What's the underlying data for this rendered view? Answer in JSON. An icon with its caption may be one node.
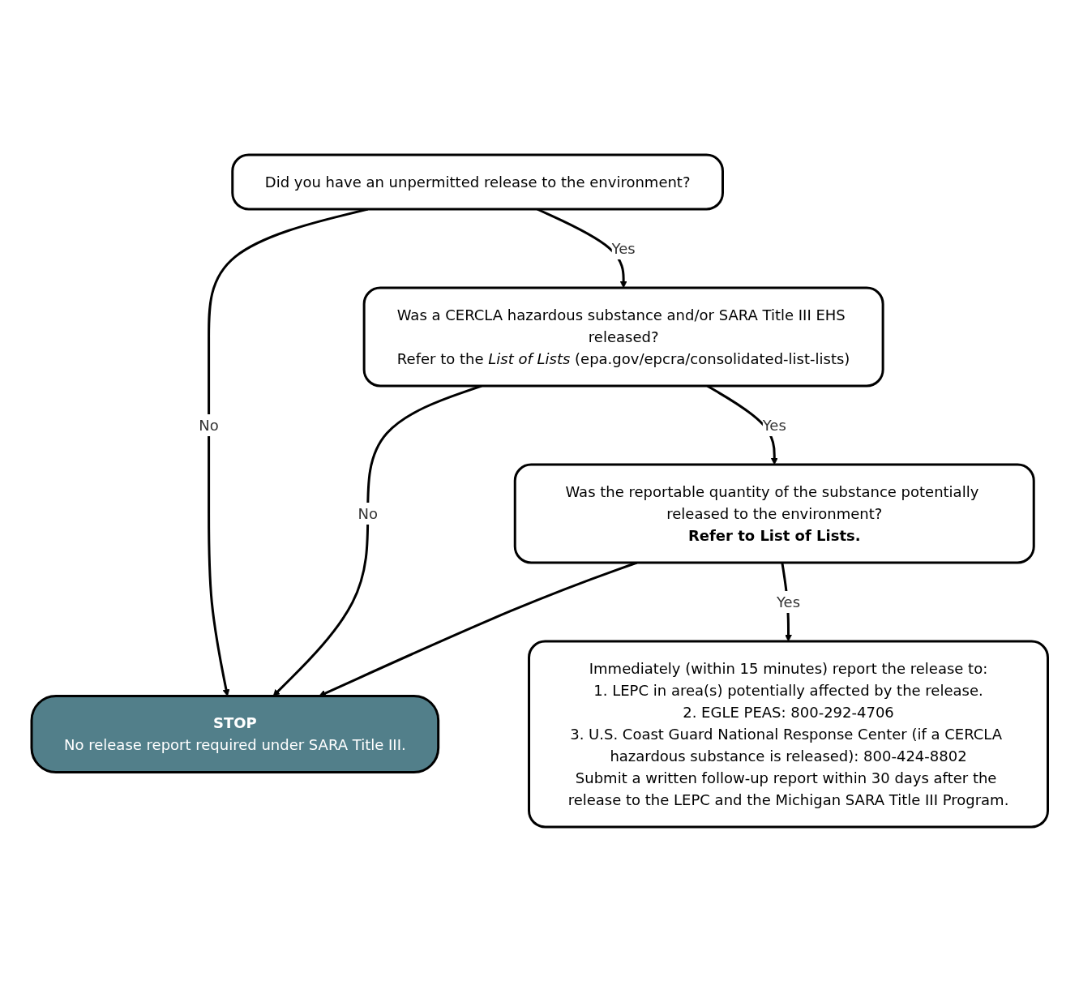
{
  "diagram": {
    "nodes": [
      {
        "text": [
          "Did you have an unpermitted release to the environment?"
        ]
      },
      {
        "text": [
          "Was a CERCLA hazardous substance and/or SARA Title III EHS released?",
          "Refer to the *List of Lists* (epa.gov/epcra/consolidated-list-lists)"
        ]
      },
      {
        "text": [
          "Was the reportable quantity of the substance potentially released to the environment?",
          "Refer to List of Lists."
        ]
      },
      {
        "text": [
          "STOP",
          "No release report required under SARA Title III."
        ]
      },
      {
        "text": [
          "Immediately (within 15 minutes) report the release to:",
          "1. LEPC in area(s) potentially affected by the release.",
          "2. EGLE PEAS: 800-292-4706",
          "3. U.S. Coast Guard National Response Center (if a CERCLA hazardous substance is released): 800-424-8802",
          "Submit a written follow-up report within 30 days after the release to the LEPC and the Michigan SARA Title III Program."
        ]
      }
    ],
    "edges": [
      {
        "from": 0,
        "to": 3,
        "arrow": "to",
        "label": "No"
      },
      {
        "from": 0,
        "to": 1,
        "arrow": "to",
        "label": "Yes"
      },
      {
        "from": 1,
        "to": 3,
        "arrow": "to",
        "label": "No"
      },
      {
        "from": 1,
        "to": 2,
        "arrow": "to",
        "label": "Yes"
      },
      {
        "from": 2,
        "to": 3,
        "arrow": "to"
      },
      {
        "from": 2,
        "to": 4,
        "arrow": "to",
        "label": "Yes"
      }
    ]
  }
}
